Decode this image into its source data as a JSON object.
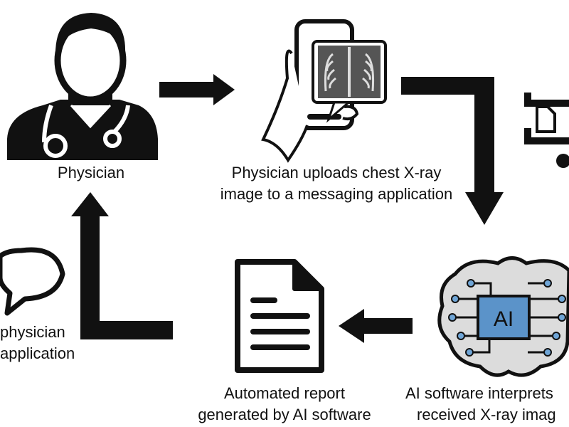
{
  "labels": {
    "physician": "Physician",
    "upload_line1": "Physician uploads chest X-ray",
    "upload_line2": "image to a messaging application",
    "report_line1": "Automated report",
    "report_line2": "generated by AI software",
    "ai_line1": "AI software interprets",
    "ai_line2": "received X-ray imag",
    "reply_line1": "physician",
    "reply_line2": "application",
    "ai_chip": "AI"
  },
  "icons": [
    "physician-icon",
    "phone-xray-icon",
    "document-icon",
    "ai-brain-icon",
    "chat-bubble-icon",
    "file-transfer-icon"
  ],
  "colors": {
    "ink": "#111111",
    "chip": "#5b93c9",
    "brain_fill": "#dcdcdc",
    "node": "#6fa5d6"
  }
}
